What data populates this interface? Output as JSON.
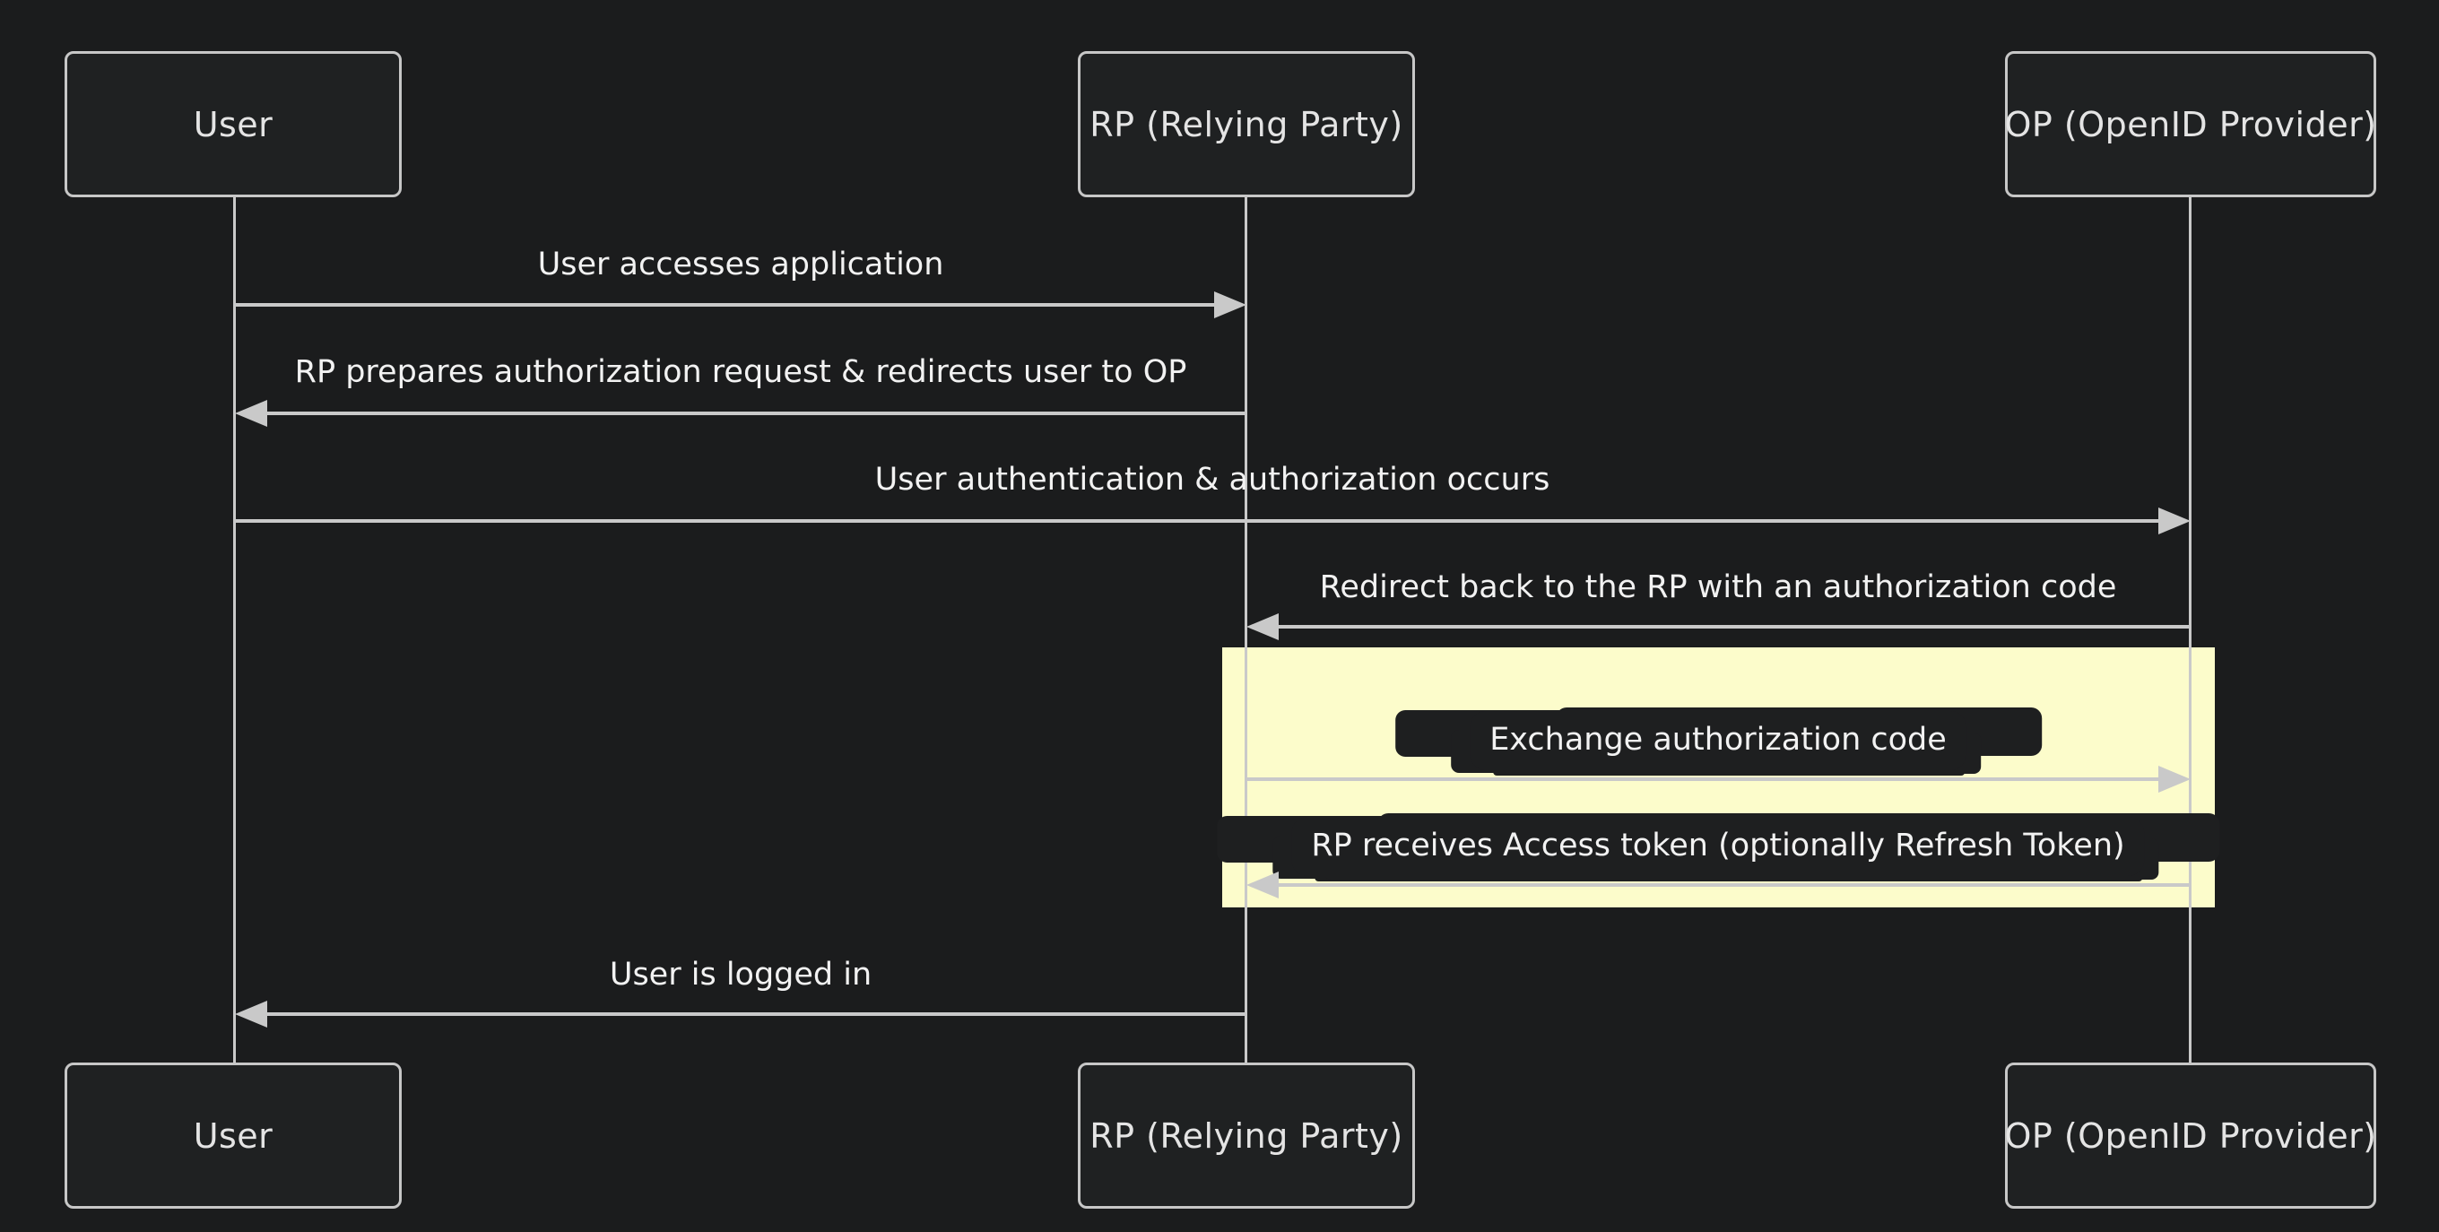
{
  "diagram": {
    "type": "sequence-diagram",
    "subject": "OpenID Connect authorization code flow"
  },
  "actors": [
    {
      "id": "user",
      "label": "User"
    },
    {
      "id": "rp",
      "label": "RP (Relying Party)"
    },
    {
      "id": "op",
      "label": "OP (OpenID Provider)"
    }
  ],
  "messages": [
    {
      "from": "user",
      "to": "rp",
      "direction": "right",
      "label": "User accesses application",
      "highlighted": false
    },
    {
      "from": "rp",
      "to": "user",
      "direction": "left",
      "label": "RP prepares authorization request & redirects user to OP",
      "highlighted": false
    },
    {
      "from": "user",
      "to": "op",
      "direction": "right",
      "label": "User authentication & authorization occurs",
      "highlighted": false
    },
    {
      "from": "op",
      "to": "rp",
      "direction": "left",
      "label": "Redirect back to the RP with an authorization code",
      "highlighted": false
    },
    {
      "from": "rp",
      "to": "op",
      "direction": "right",
      "label": "Exchange authorization code",
      "highlighted": true
    },
    {
      "from": "op",
      "to": "rp",
      "direction": "left",
      "label": "RP receives Access token (optionally Refresh Token)",
      "highlighted": true
    },
    {
      "from": "rp",
      "to": "user",
      "direction": "left",
      "label": "User is logged in",
      "highlighted": false
    }
  ],
  "highlight_region": {
    "covers": [
      "rp",
      "op"
    ],
    "messages": [
      "Exchange authorization code",
      "RP receives Access token (optionally Refresh Token)"
    ]
  },
  "colors": {
    "background": "#1b1c1d",
    "actor_fill": "#1f2122",
    "actor_border": "#c7c7c7",
    "actor_text": "#e4e4e4",
    "line": "#c9c9c9",
    "message_text": "#f2f2f2",
    "highlight_fill": "#fcfccb",
    "label_halo": "#1e1f20"
  }
}
